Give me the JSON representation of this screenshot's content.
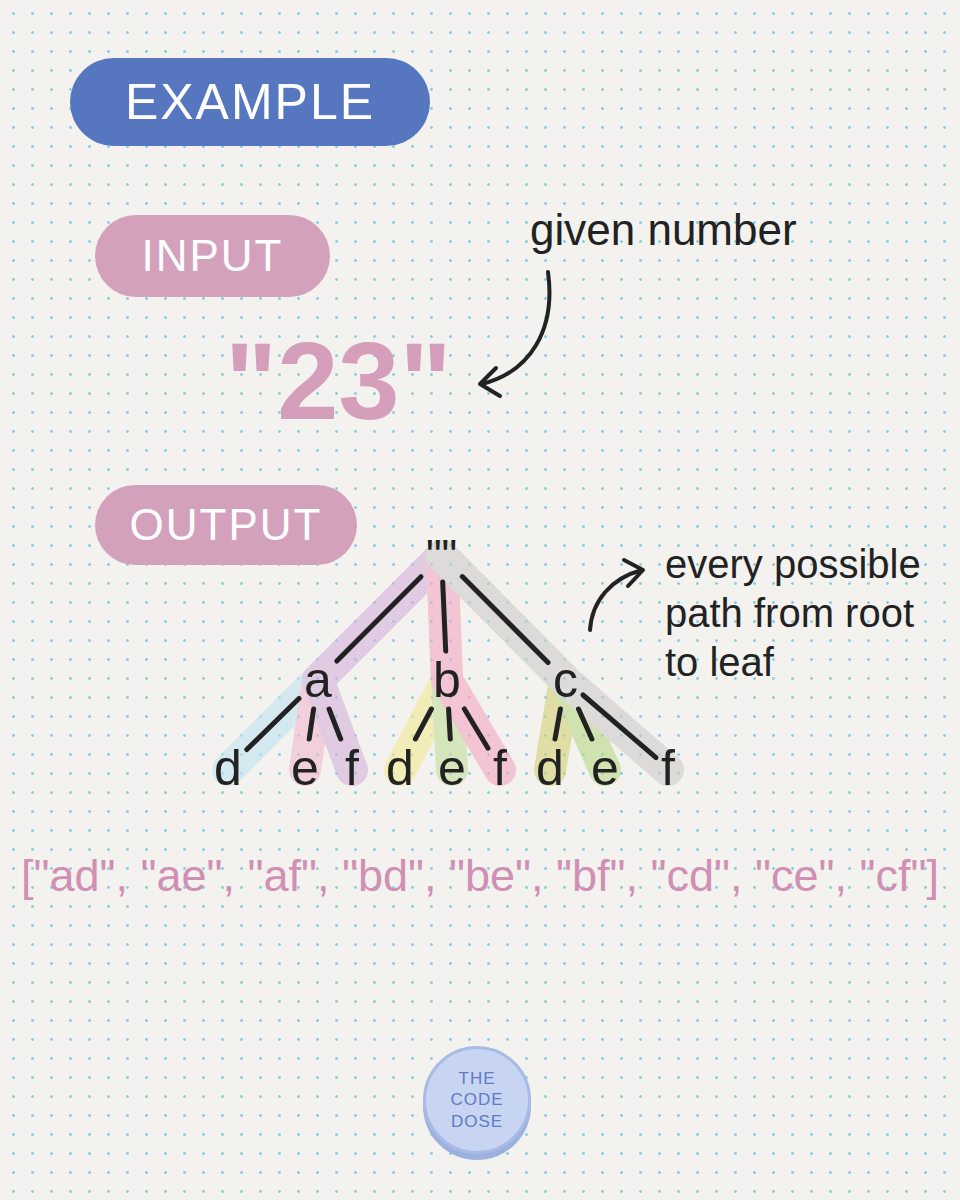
{
  "diagram": {
    "nodes": [
      {
        "text": [
          "EXAMPLE"
        ]
      },
      {
        "text": [
          "INPUT"
        ]
      },
      {
        "text": [
          "OUTPUT"
        ]
      },
      {
        "text": [
          "\"\""
        ]
      },
      {
        "text": [
          "a"
        ]
      },
      {
        "text": [
          "b"
        ]
      },
      {
        "text": [
          "c"
        ]
      },
      {
        "text": [
          "d"
        ]
      },
      {
        "text": [
          "e"
        ]
      },
      {
        "text": [
          "f"
        ]
      },
      {
        "text": [
          "d"
        ]
      },
      {
        "text": [
          "e"
        ]
      },
      {
        "text": [
          "f"
        ]
      },
      {
        "text": [
          "d"
        ]
      },
      {
        "text": [
          "e"
        ]
      },
      {
        "text": [
          "f"
        ]
      },
      {
        "text": [
          "THE CODE DOSE"
        ]
      }
    ],
    "edges": [
      {
        "from": 3,
        "to": 4,
        "arrow": "none"
      },
      {
        "from": 3,
        "to": 5,
        "arrow": "none"
      },
      {
        "from": 3,
        "to": 6,
        "arrow": "none"
      },
      {
        "from": 4,
        "to": 7,
        "arrow": "none"
      },
      {
        "from": 4,
        "to": 8,
        "arrow": "none"
      },
      {
        "from": 4,
        "to": 9,
        "arrow": "none"
      },
      {
        "from": 5,
        "to": 10,
        "arrow": "none"
      },
      {
        "from": 5,
        "to": 11,
        "arrow": "none"
      },
      {
        "from": 5,
        "to": 12,
        "arrow": "none"
      },
      {
        "from": 6,
        "to": 13,
        "arrow": "none"
      },
      {
        "from": 6,
        "to": 14,
        "arrow": "none"
      },
      {
        "from": 6,
        "to": 15,
        "arrow": "none"
      }
    ],
    "labels": [
      "given number",
      "\"23\"",
      "every possible path from root to leaf",
      "[\"ad\", \"ae\", \"af\", \"bd\", \"be\", \"bf\", \"cd\", \"ce\", \"cf\"]"
    ]
  }
}
